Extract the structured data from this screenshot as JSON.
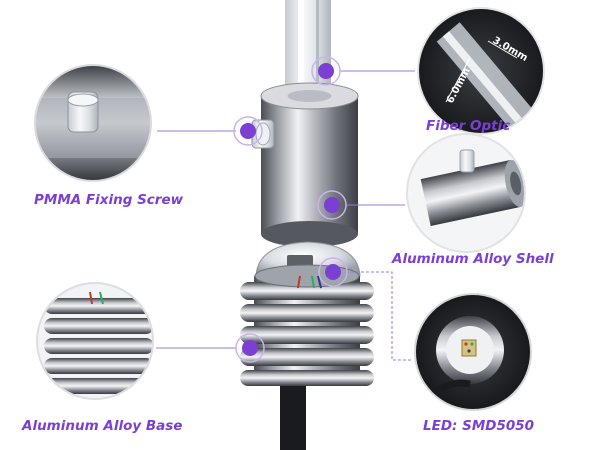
{
  "labels": {
    "fiber_optic": "Fiber Optic",
    "pmma_screw": "PMMA Fixing Screw",
    "aluminum_shell": "Aluminum Alloy Shell",
    "aluminum_base": "Aluminum Alloy Base",
    "led": "LED: SMD5050"
  },
  "dimensions": {
    "inner": "3.0mm",
    "outer": "6.0mm"
  },
  "colors": {
    "accent": "#7b3fd4",
    "accent_light": "#c9b3ee",
    "metal_dark": "#5c5f66",
    "metal_light": "#e9eaee"
  }
}
